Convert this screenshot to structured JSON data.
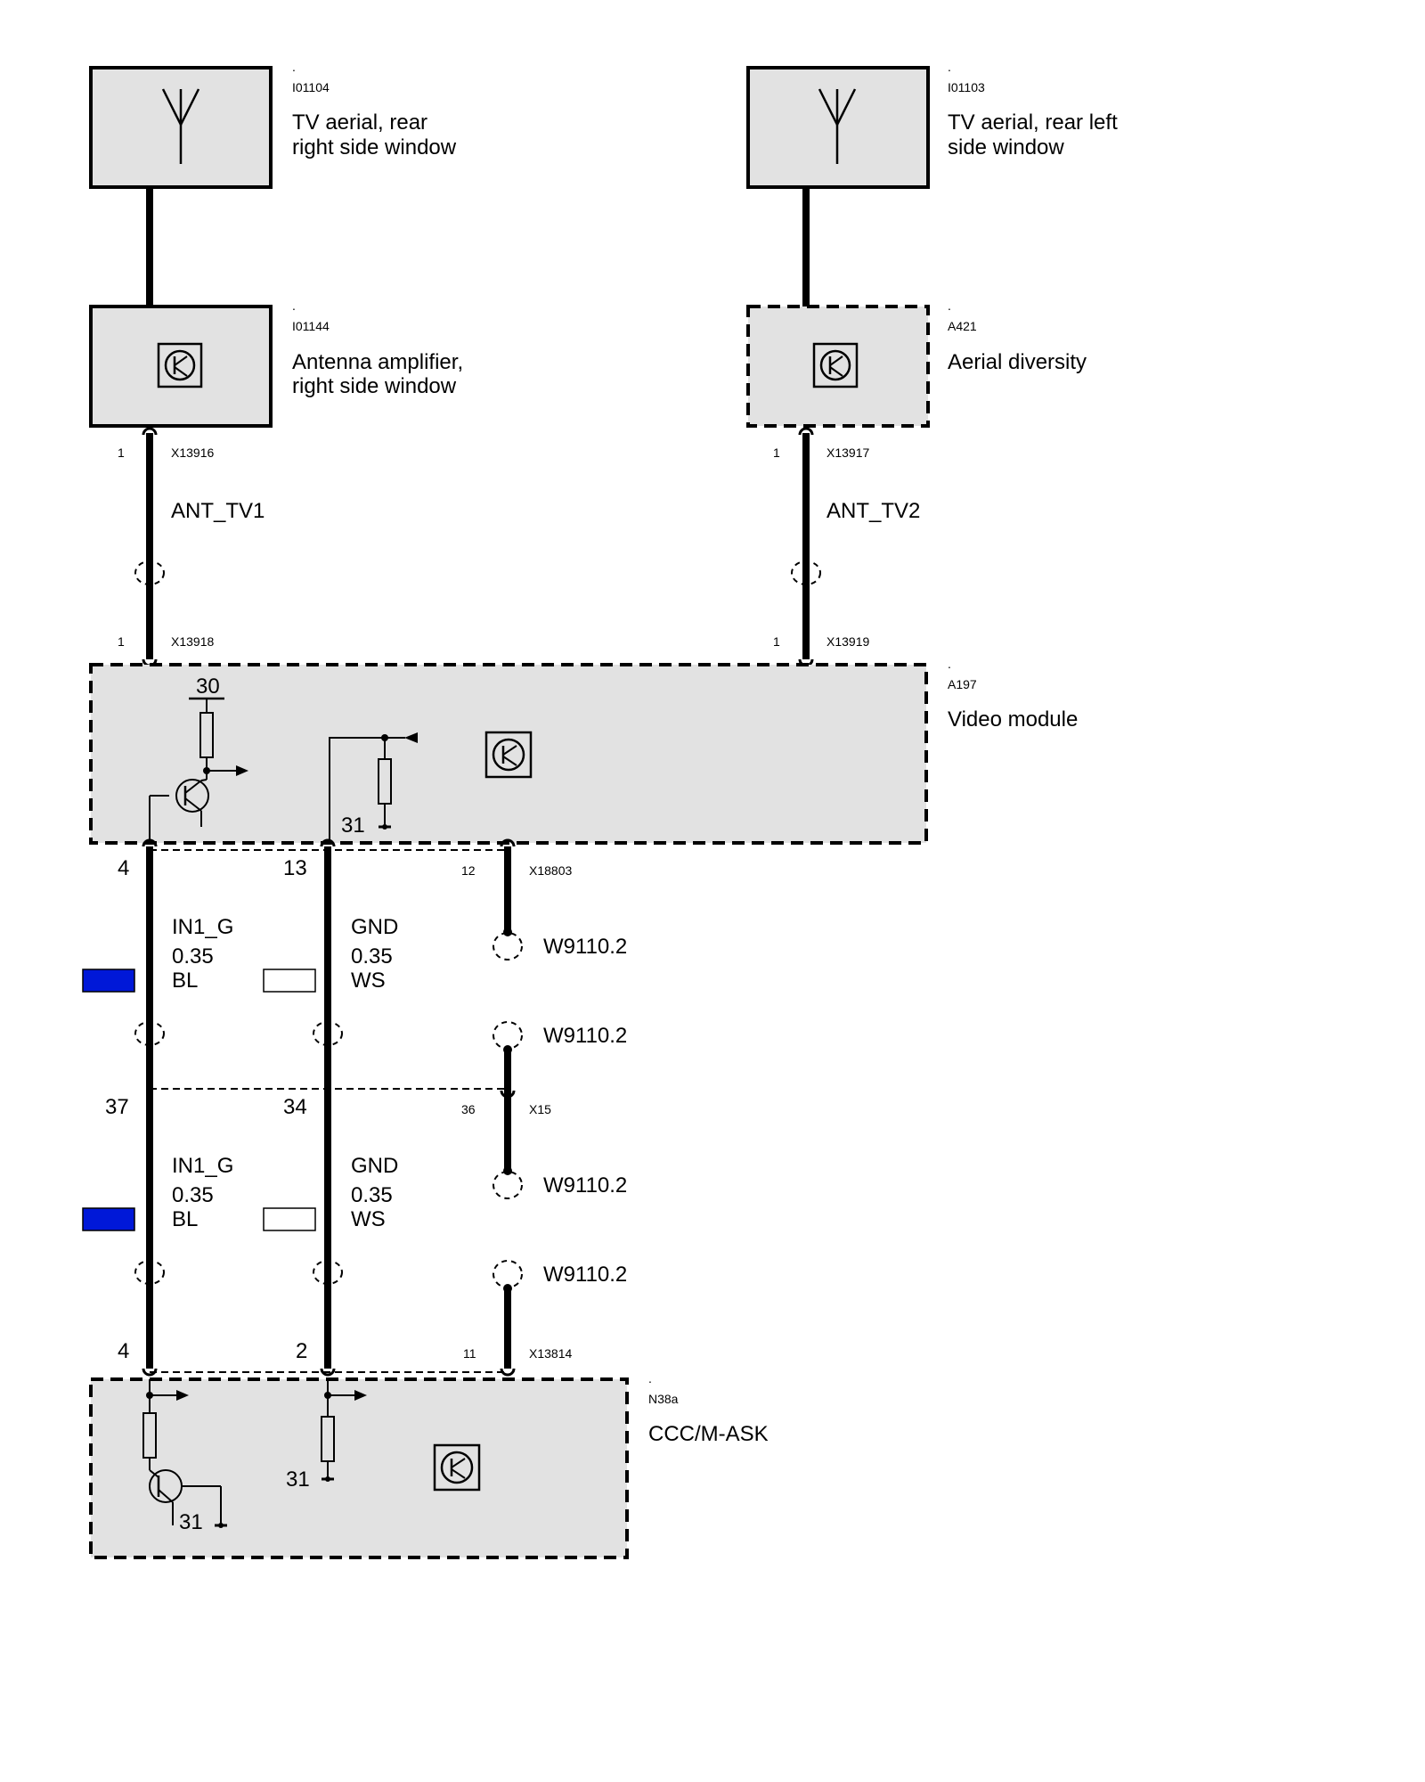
{
  "components": {
    "aerial_right": {
      "dot": ".",
      "id": "I01104",
      "name1": "TV aerial, rear",
      "name2": "right side window"
    },
    "aerial_left": {
      "dot": ".",
      "id": "I01103",
      "name1": "TV aerial, rear left",
      "name2": "side window"
    },
    "amplifier": {
      "dot": ".",
      "id": "I01144",
      "name1": "Antenna amplifier,",
      "name2": "right side window"
    },
    "diversity": {
      "dot": ".",
      "id": "A421",
      "name1": "Aerial diversity"
    },
    "video_module": {
      "dot": ".",
      "id": "A197",
      "name1": "Video module",
      "terminal_30": "30",
      "terminal_31": "31"
    },
    "ccc": {
      "dot": ".",
      "id": "N38a",
      "name1": "CCC/M-ASK",
      "terminal_31a": "31",
      "terminal_31b": "31"
    }
  },
  "connectors": {
    "x13916": {
      "pin": "1",
      "id": "X13916"
    },
    "x13917": {
      "pin": "1",
      "id": "X13917"
    },
    "x13918": {
      "pin": "1",
      "id": "X13918"
    },
    "x13919": {
      "pin": "1",
      "id": "X13919"
    },
    "x18803": {
      "pin_a": "4",
      "pin_b": "13",
      "pin_c": "12",
      "id": "X18803"
    },
    "x15": {
      "pin_a": "37",
      "pin_b": "34",
      "pin_c": "36",
      "id": "X15"
    },
    "x13814": {
      "pin_a": "4",
      "pin_b": "2",
      "pin_c": "11",
      "id": "X13814"
    }
  },
  "wires": {
    "ant_tv1": "ANT_TV1",
    "ant_tv2": "ANT_TV2",
    "upper_in": {
      "signal": "IN1_G",
      "gauge": "0.35",
      "color": "BL"
    },
    "upper_gnd": {
      "signal": "GND",
      "gauge": "0.35",
      "color": "WS"
    },
    "lower_in": {
      "signal": "IN1_G",
      "gauge": "0.35",
      "color": "BL"
    },
    "lower_gnd": {
      "signal": "GND",
      "gauge": "0.35",
      "color": "WS"
    }
  },
  "shields": {
    "s1": "W9110.2",
    "s2": "W9110.2",
    "s3": "W9110.2",
    "s4": "W9110.2"
  },
  "colors": {
    "box_fill": "#e2e2e2",
    "wire": "#000000",
    "swatch_blue": "#0018d8",
    "swatch_white": "#ffffff"
  }
}
